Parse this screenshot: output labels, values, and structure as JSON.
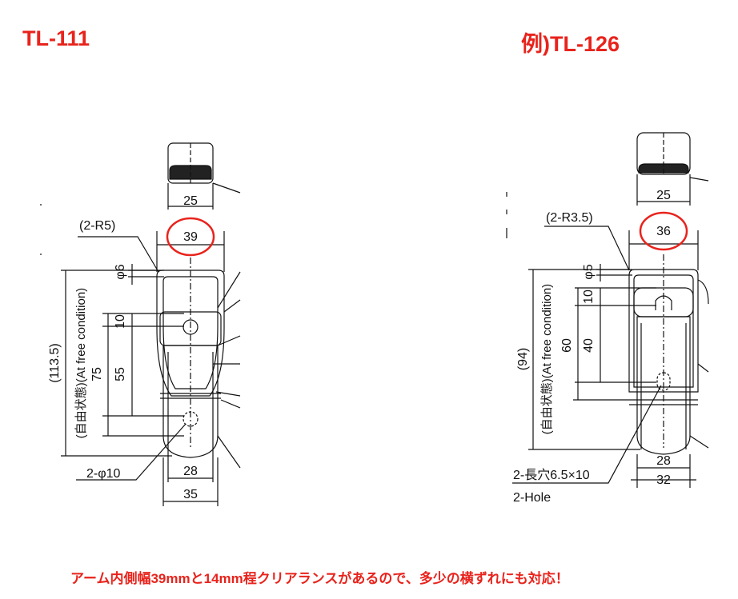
{
  "titles": {
    "left": "TL-111",
    "right": "例)TL-126"
  },
  "caption": "アーム内側幅39mmと14mm程クリアランスがあるので、多少の横ずれにも対応！",
  "left": {
    "dim_top": "25",
    "radius": "(2-R5)",
    "width_highlight": "39",
    "dia": "φ6",
    "d10": "10",
    "d55": "55",
    "d75": "75",
    "free_condition": "(自由状態)(At free condition)",
    "overall": "(113.5)",
    "hole": "2-φ10",
    "d28": "28",
    "d35": "35"
  },
  "right": {
    "dim_top": "25",
    "radius": "(2-R3.5)",
    "width_highlight": "36",
    "dia": "φ5",
    "d10": "10",
    "d40": "40",
    "d60": "60",
    "free_condition": "(自由状態)(At free condition)",
    "overall": "(94)",
    "slot": "2-長穴6.5×10",
    "slot_en": "2-Hole",
    "d28": "28",
    "d32": "32"
  },
  "colors": {
    "accent": "#e8231c",
    "line": "#111111"
  }
}
